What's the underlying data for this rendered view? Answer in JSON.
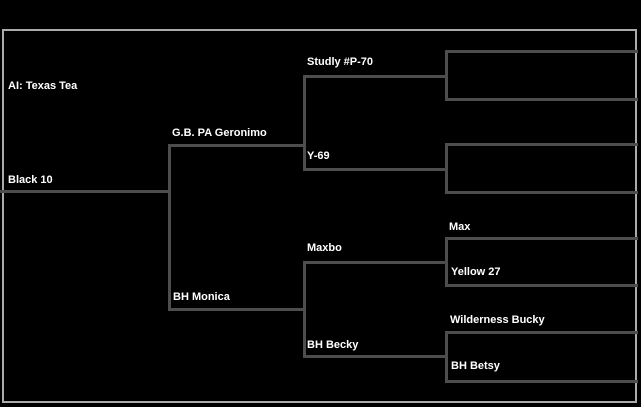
{
  "colors": {
    "background": "#000000",
    "branch_line": "#4d4d4d",
    "frame_border": "#ababab",
    "label_text": "#ffffff"
  },
  "annotation": {
    "ai_note": "AI: Texas Tea"
  },
  "pedigree_tree": {
    "label": "Black 10",
    "parents": [
      {
        "label": "G.B. PA Geronimo",
        "parents": [
          {
            "label": "Studly #P-70",
            "parents": [
              {
                "label": ""
              },
              {
                "label": ""
              }
            ]
          },
          {
            "label": "Y-69",
            "parents": [
              {
                "label": ""
              },
              {
                "label": ""
              }
            ]
          }
        ]
      },
      {
        "label": "BH Monica",
        "parents": [
          {
            "label": "Maxbo",
            "parents": [
              {
                "label": "Max"
              },
              {
                "label": "Yellow 27"
              }
            ]
          },
          {
            "label": "BH Becky",
            "parents": [
              {
                "label": "Wilderness Bucky"
              },
              {
                "label": "BH Betsy"
              }
            ]
          }
        ]
      }
    ]
  }
}
